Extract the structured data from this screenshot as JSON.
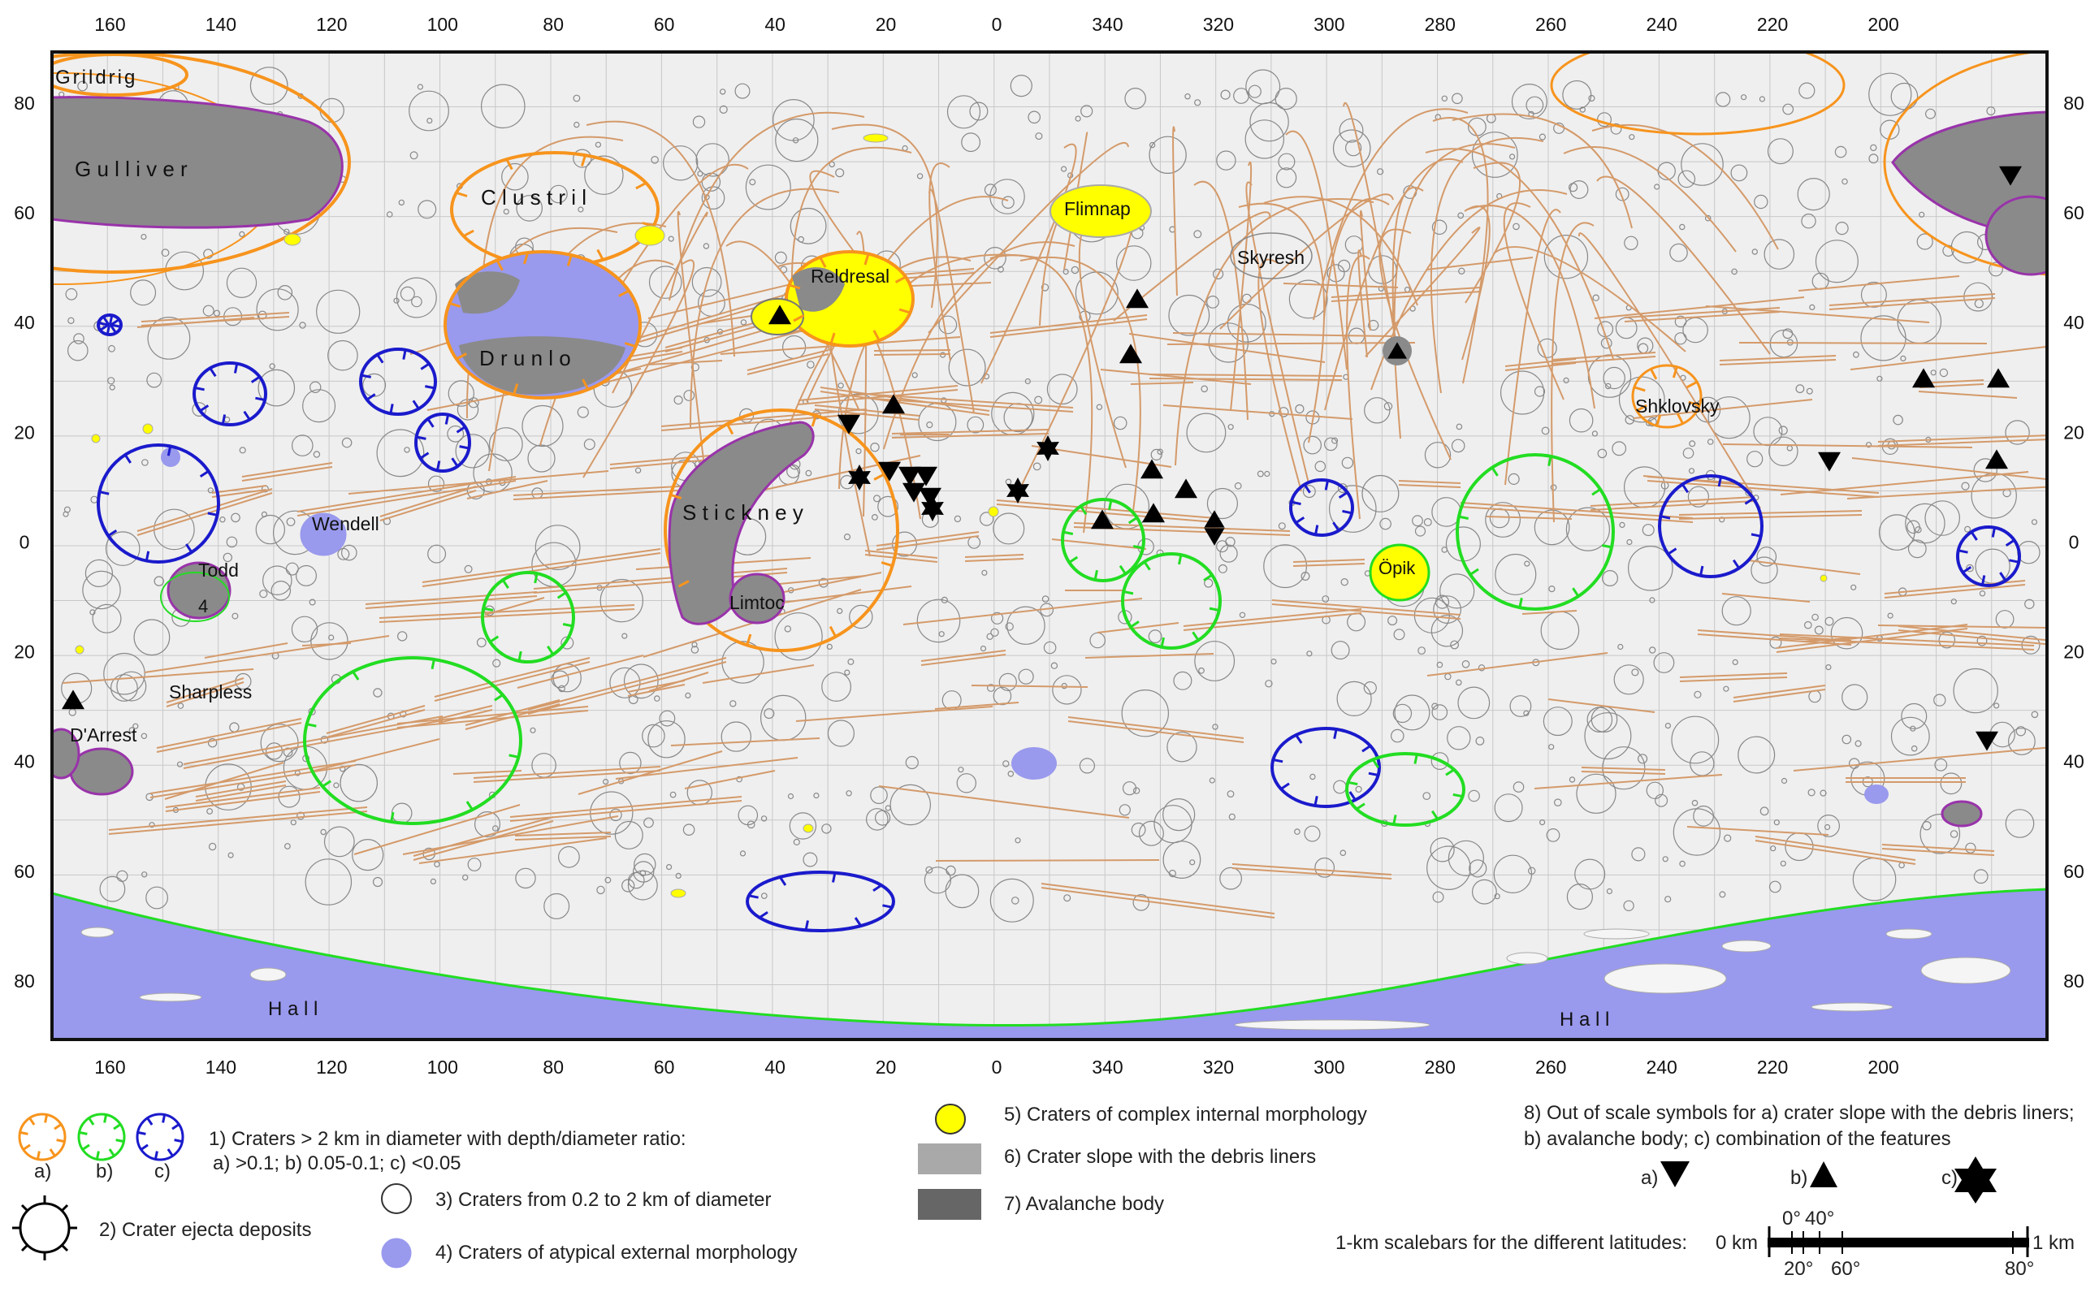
{
  "map": {
    "lon_labels": [
      "160",
      "140",
      "120",
      "100",
      "80",
      "60",
      "40",
      "20",
      "0",
      "340",
      "320",
      "300",
      "280",
      "260",
      "240",
      "220",
      "200"
    ],
    "lat_labels": [
      "80",
      "60",
      "40",
      "20",
      "0",
      "20",
      "40",
      "60",
      "80"
    ],
    "crater_names": {
      "grildrig": "Grildrig",
      "gulliver": "G u l l i v e r",
      "clustril": "C l u s t r i l",
      "flimnap": "Flimnap",
      "reldresal": "Reldresal",
      "skyresh": "Skyresh",
      "drunlo": "D r u n l o",
      "shklovsky": "Shklovsky",
      "stickney": "S t i c k n e y",
      "wendell": "Wendell",
      "todd": "Todd",
      "four": "4",
      "limtoc": "Limtoc",
      "opik": "Öpik",
      "sharpless": "Sharpless",
      "darrest": "D'Arrest",
      "hall_left": "H a l l",
      "hall_right": "H a l l"
    },
    "colors": {
      "background": "#efefef",
      "grid": "#c8c8c8",
      "grooves": "#d49a6a",
      "crater_ratio_high": "#f7941d",
      "crater_ratio_mid": "#22dd22",
      "crater_ratio_low": "#1a1acc",
      "complex_morphology": "#ffff00",
      "atypical": "#9999ee",
      "debris_liners": "#a9a9a9",
      "avalanche": "#777777",
      "purple_rim": "#9933aa"
    }
  },
  "legend": {
    "item1": "1) Craters > 2 km in diameter with depth/diameter ratio:",
    "item1_sub": "a) >0.1; b) 0.05-0.1; c) <0.05",
    "abc": [
      "a)",
      "b)",
      "c)"
    ],
    "item2": "2) Crater ejecta deposits",
    "item3": "3) Craters from 0.2 to 2 km of diameter",
    "item4": "4) Craters of atypical external morphology",
    "item5": "5) Craters of complex internal morphology",
    "item6": "6) Crater slope with the debris liners",
    "item7": "7) Avalanche body",
    "item8": "8) Out of scale symbols for a) crater slope with the debris liners;",
    "item8_sub": "b) avalanche body; c) combination of the features",
    "sym_a": "a)",
    "sym_b": "b)",
    "sym_c": "c)",
    "scalebar_caption": "1-km scalebars for the different latitudes:",
    "zero_km": "0 km",
    "one_km": "1 km",
    "lat_top": [
      "0°",
      "40°"
    ],
    "lat_bottom": [
      "20°",
      "60°",
      "80°"
    ]
  }
}
